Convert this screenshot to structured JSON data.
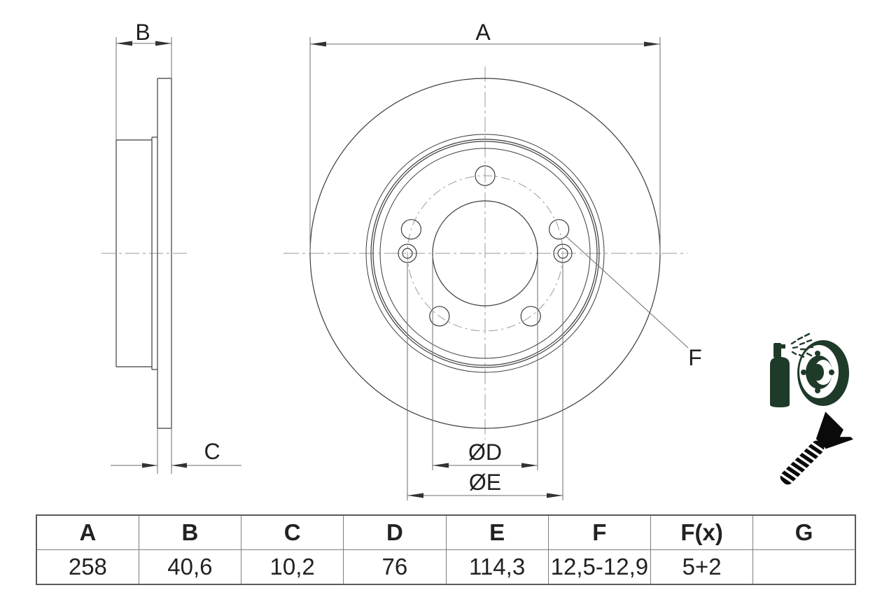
{
  "drawing": {
    "labels": {
      "a": "A",
      "b": "B",
      "c": "C",
      "f": "F",
      "od": "ØD",
      "oe": "ØE"
    }
  },
  "table": {
    "headers": [
      "A",
      "B",
      "C",
      "D",
      "E",
      "F",
      "F(x)",
      "G"
    ],
    "values": [
      "258",
      "40,6",
      "10,2",
      "76",
      "114,3",
      "12,5-12,9",
      "5+2",
      ""
    ]
  },
  "icons": [
    {
      "name": "spray-can-coating-icon",
      "color": "#1e3a28"
    },
    {
      "name": "countersunk-screw-icon",
      "color": "#0a0a0a"
    }
  ],
  "colors": {
    "background": "#ffffff",
    "object_line": "#3c3c3c",
    "dimension_line": "#6e6e6e",
    "centerline": "#9a9a9a",
    "text": "#1f1f1f",
    "table_border": "#5a5a5a"
  }
}
